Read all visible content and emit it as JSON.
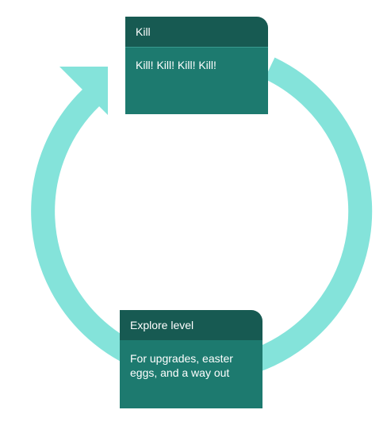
{
  "cycle": {
    "colors": {
      "ring": "#84e3da",
      "header": "#175a52",
      "body": "#1d7a6f",
      "text": "#ffffff"
    },
    "steps": [
      {
        "title": "Kill",
        "description": "Kill! Kill! Kill! Kill!"
      },
      {
        "title": "Explore level",
        "description": "For upgrades, easter eggs, and a way out"
      }
    ]
  }
}
